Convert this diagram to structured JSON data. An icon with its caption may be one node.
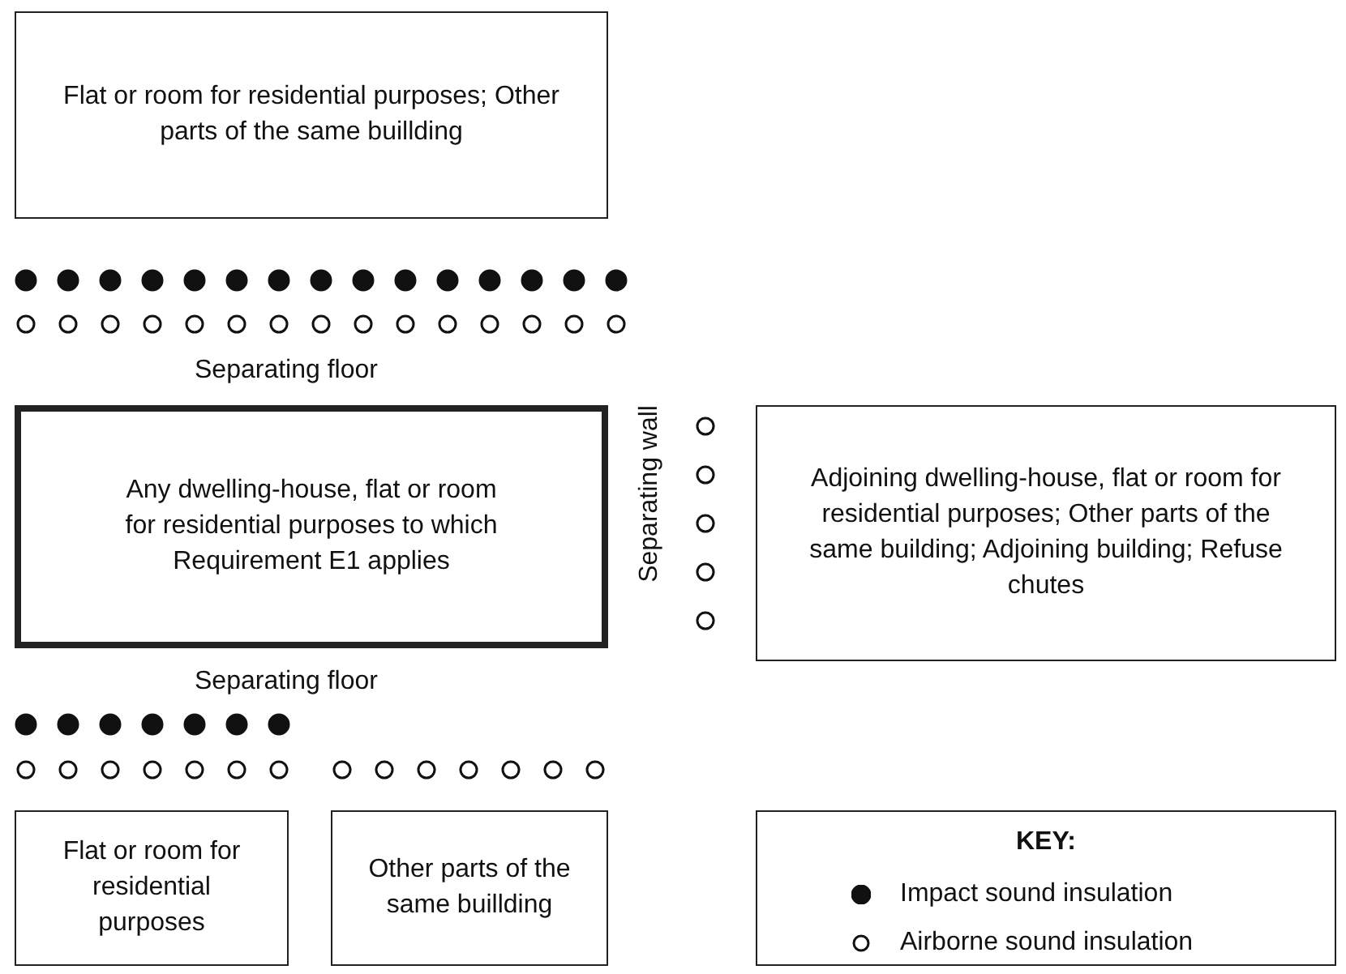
{
  "diagram": {
    "nodes": [
      {
        "text": [
          "Flat or room for residential purposes; Other parts of the same buillding"
        ]
      },
      {
        "text": [
          "Any dwelling-house, flat or room for residential purposes to which Requirement E1 applies"
        ]
      },
      {
        "text": [
          "Adjoining dwelling-house, flat or room for residential purposes; Other parts of the same building; Adjoining building; Refuse chutes"
        ]
      },
      {
        "text": [
          "Flat or room for residential purposes"
        ]
      },
      {
        "text": [
          "Other parts of the same buillding"
        ]
      },
      {
        "text": [
          "KEY:"
        ]
      }
    ],
    "labels": [
      "Separating floor",
      "Separating wall",
      "Separating floor"
    ],
    "legend": [
      {
        "text": "Impact sound insulation"
      },
      {
        "text": "Airborne sound insulation"
      }
    ]
  }
}
